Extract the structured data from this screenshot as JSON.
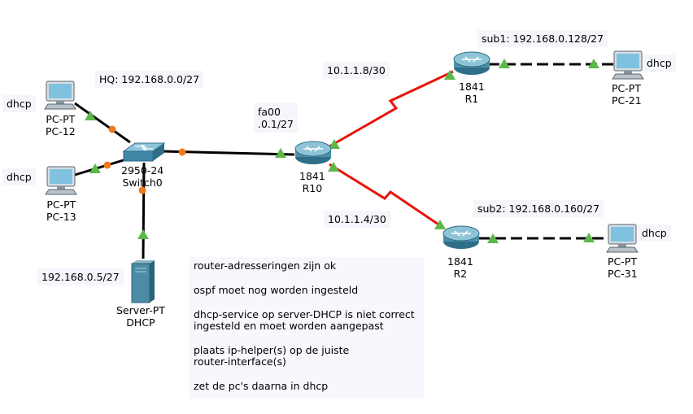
{
  "labels": {
    "hq": "HQ: 192.168.0.0/27",
    "sub1": "sub1: 192.168.0.128/27",
    "sub2": "sub2: 192.168.0.160/27",
    "link_r1": "10.1.1.8/30",
    "link_r2": "10.1.1.4/30",
    "fa00_line1": "fa00",
    "fa00_line2": ".0.1/27",
    "server_ip": "192.168.0.5/27",
    "dhcp_pc12": "dhcp",
    "dhcp_pc13": "dhcp",
    "dhcp_pc21": "dhcp",
    "dhcp_pc31": "dhcp"
  },
  "devices": {
    "pc12": {
      "type": "PC-PT",
      "name": "PC-12"
    },
    "pc13": {
      "type": "PC-PT",
      "name": "PC-13"
    },
    "switch0": {
      "type": "2950-24",
      "name": "Switch0"
    },
    "server": {
      "type": "Server-PT",
      "name": "DHCP"
    },
    "r10": {
      "type": "1841",
      "name": "R10"
    },
    "r1": {
      "type": "1841",
      "name": "R1"
    },
    "r2": {
      "type": "1841",
      "name": "R2"
    },
    "pc21": {
      "type": "PC-PT",
      "name": "PC-21"
    },
    "pc31": {
      "type": "PC-PT",
      "name": "PC-31"
    }
  },
  "note": {
    "line1": "router-adresseringen zijn ok",
    "line2": "ospf moet nog worden ingesteld",
    "line3a": "dhcp-service op server-DHCP is niet correct",
    "line3b": "ingesteld en moet worden aangepast",
    "line4a": "plaats ip-helper(s) op de juiste",
    "line4b": "router-interface(s)",
    "line5": "zet de pc's daarna in dhcp"
  },
  "colors": {
    "serial_link": "#e8140c",
    "ethernet_link": "#000000",
    "link_up": "#5cb848",
    "link_orange": "#f07818",
    "router_body": "#4d8fa8",
    "switch_body": "#3f88a6",
    "pc_screen": "#7fc2e0"
  }
}
